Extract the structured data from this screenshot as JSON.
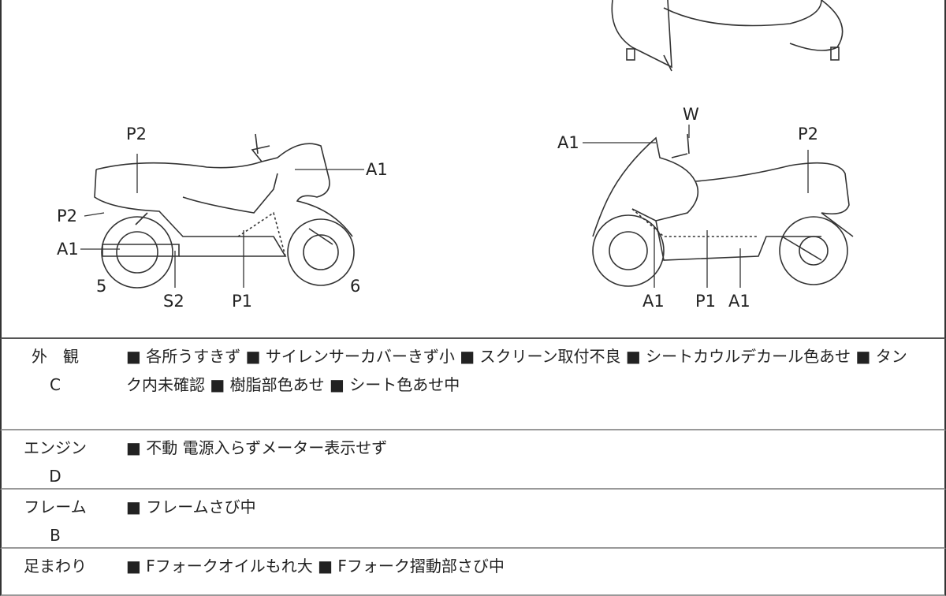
{
  "diagram": {
    "left_labels": {
      "p2_top": "P2",
      "p2_side": "P2",
      "a1_rear": "A1",
      "a1_front": "A1",
      "five": "5",
      "s2": "S2",
      "p1": "P1",
      "six": "6"
    },
    "right_labels": {
      "w": "W",
      "a1_screen": "A1",
      "p2": "P2",
      "a1_bottom1": "A1",
      "p1": "P1",
      "a1_bottom2": "A1"
    }
  },
  "rows": [
    {
      "category": "外　観",
      "grade": "C",
      "text": "■ 各所うすきず ■ サイレンサーカバーきず小 ■ スクリーン取付不良 ■ シートカウルデカール色あせ ■ タンク内未確認 ■ 樹脂部色あせ ■ シート色あせ中"
    },
    {
      "category": "エンジン",
      "grade": "D",
      "text": "■ 不動 電源入らずメーター表示せず"
    },
    {
      "category": "フレーム",
      "grade": "B",
      "text": "■ フレームさび中"
    },
    {
      "category": "足まわり",
      "grade": "",
      "text": "■ Fフォークオイルもれ大 ■ Fフォーク摺動部さび中"
    }
  ]
}
